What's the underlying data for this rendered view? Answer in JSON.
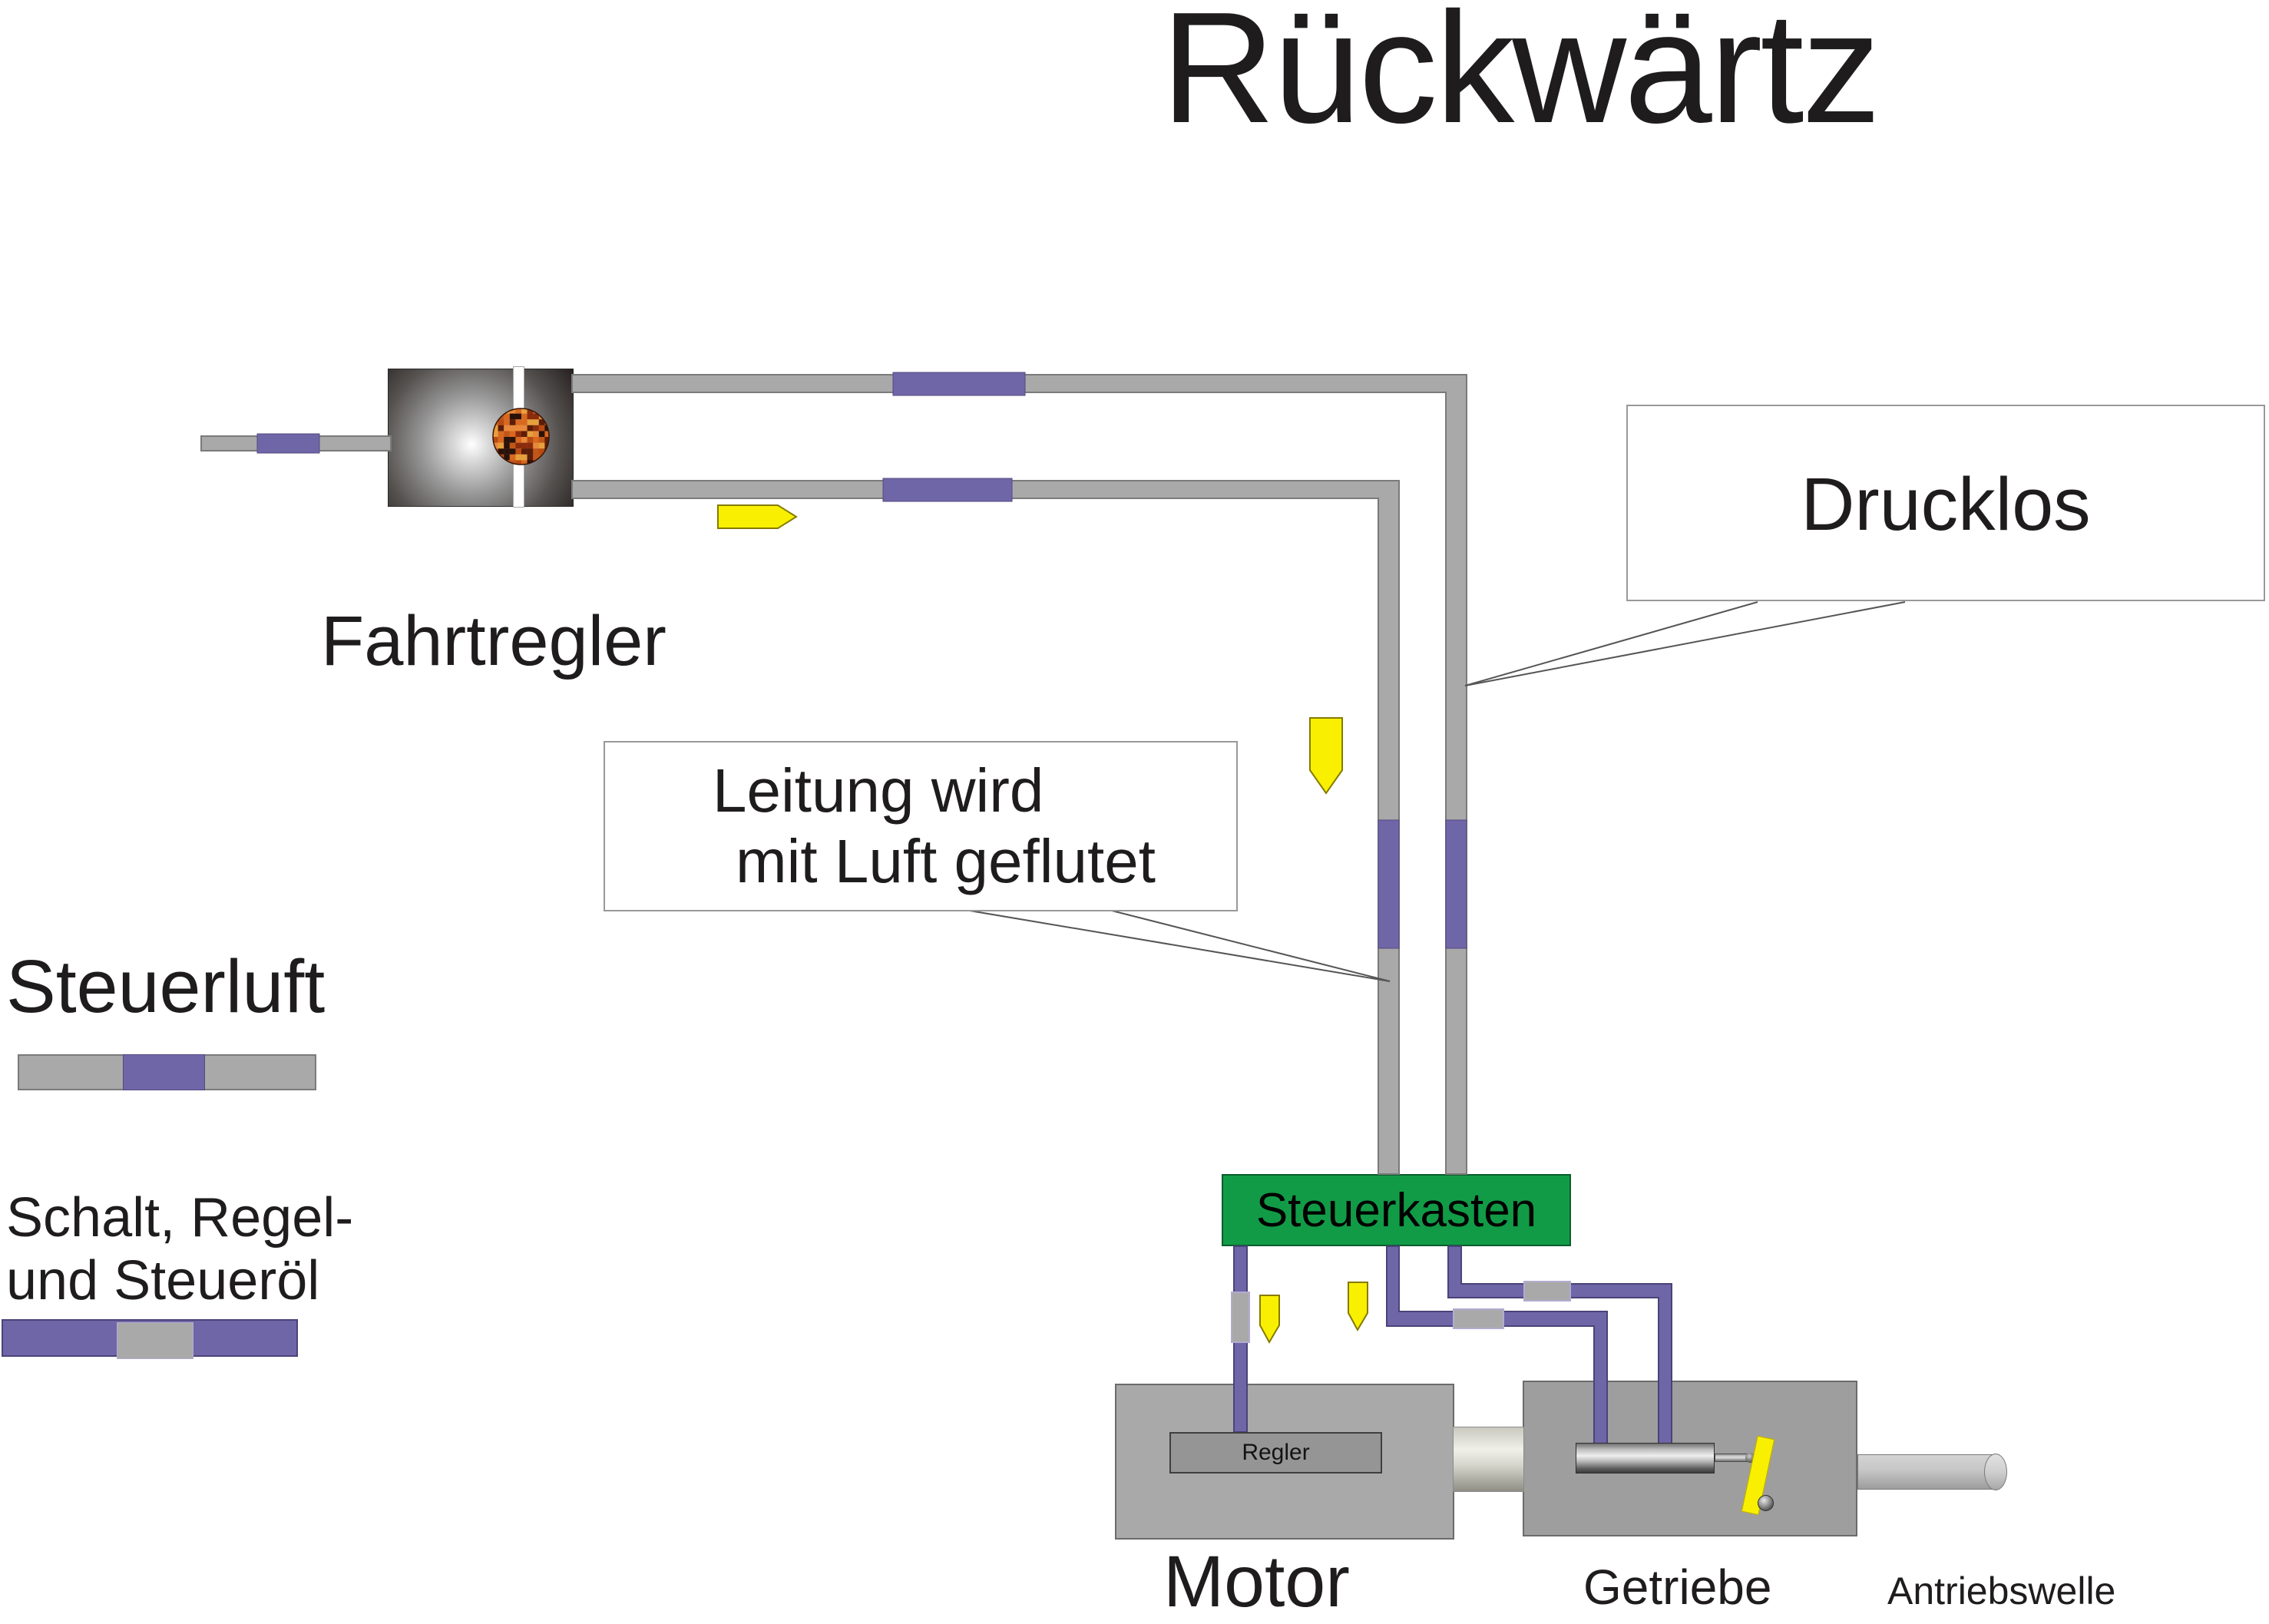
{
  "title": {
    "text": "Rückwärtz"
  },
  "components": {
    "fahrtregler": {
      "label": "Fahrtregler"
    },
    "steuerkasten": {
      "label": "Steuerkasten"
    },
    "motor": {
      "label": "Motor",
      "regler_label": "Regler"
    },
    "getriebe": {
      "label": "Getriebe"
    },
    "antriebswelle": {
      "label": "Antriebswelle"
    }
  },
  "callouts": {
    "drucklos": {
      "text": "Drucklos"
    },
    "leitung": {
      "line1": "Leitung wird",
      "line2": "mit Luft geflutet"
    }
  },
  "legend": {
    "air": {
      "label": "Steuerluft"
    },
    "oil": {
      "label_line1": "Schalt, Regel-",
      "label_line2": "und Steueröl"
    }
  },
  "colors": {
    "pipe-gray": "#a9a9a9",
    "pipe-border": "#7a7a7a",
    "purple": "#6f66a8",
    "purple-border": "#4a4378",
    "sleeve-gray-border": "#b3abd0",
    "green": "#129b47",
    "green-border": "#0a5c2d",
    "yellow": "#f8f000",
    "yellow-border": "#857a00",
    "machine-gray": "#a9a9a9",
    "getriebe-gray": "#9e9e9e",
    "machine-border": "#6b6b6b",
    "regler-gray": "#959595",
    "regler-border": "#3f3f3f",
    "callout-border": "#999999",
    "tail-line": "#555555",
    "text-color": "#1f1c1d",
    "ball-outline": "#3a1505"
  },
  "fahrtregler_ball_palette": [
    "#d96820",
    "#b84a12",
    "#8a2c0c",
    "#5c1d08",
    "#e8883a",
    "#2b1208",
    "#c05617",
    "#e8a03c"
  ]
}
